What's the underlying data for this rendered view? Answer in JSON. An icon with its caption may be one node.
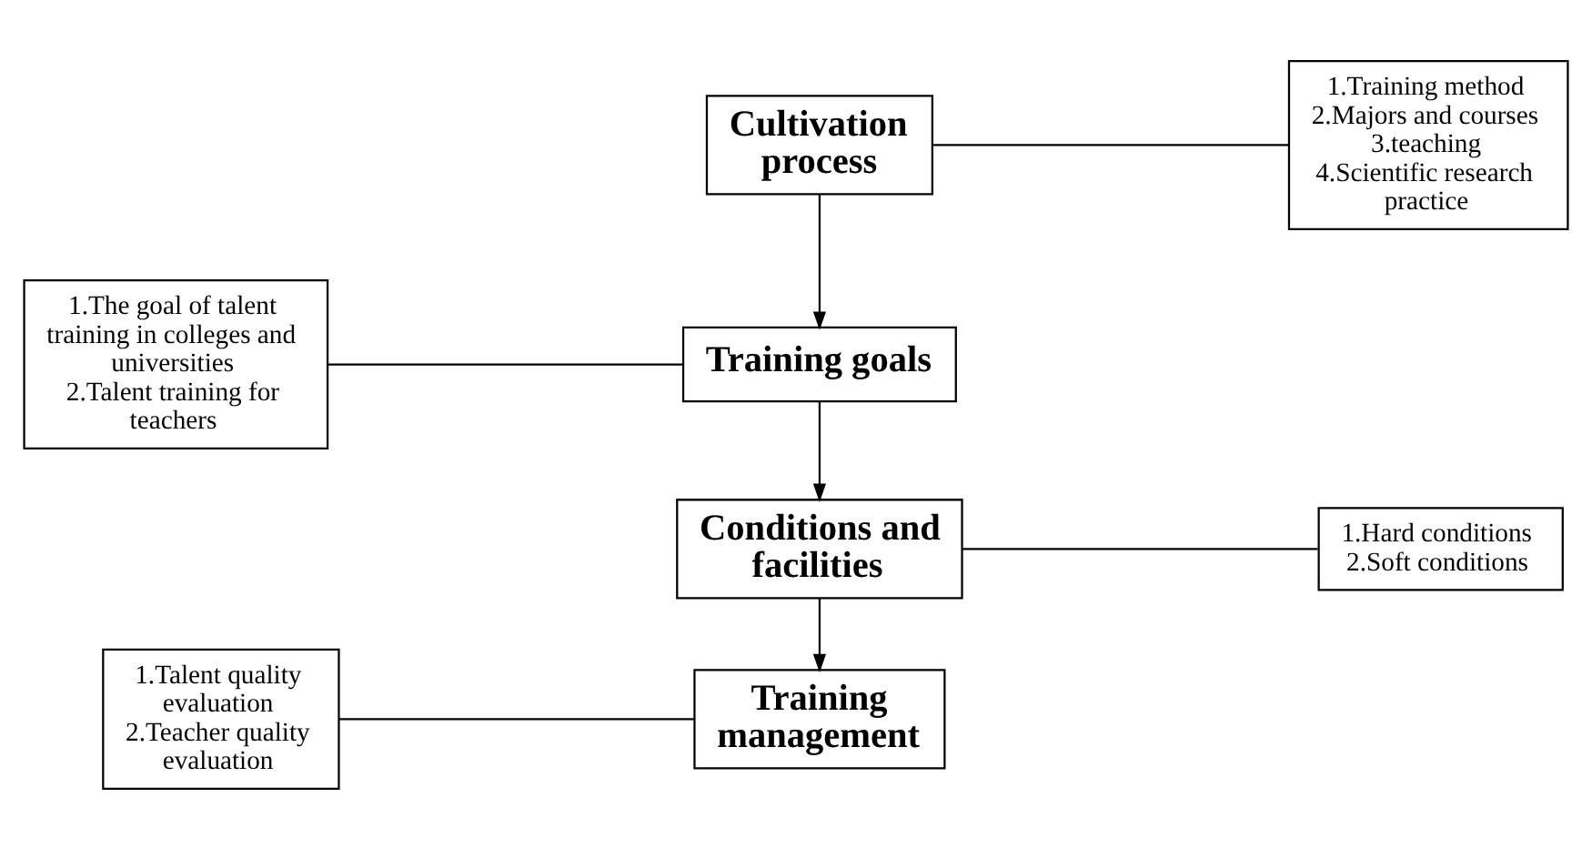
{
  "diagram": {
    "nodes": [
      {
        "text": [
          "Cultivation process"
        ]
      },
      {
        "text": [
          "1.Training method",
          "2.Majors and courses",
          "3.teaching",
          "4.Scientific research practice"
        ]
      },
      {
        "text": [
          "1.The goal of talent training in colleges and universities",
          "2.Talent training for teachers"
        ]
      },
      {
        "text": [
          "Training goals"
        ]
      },
      {
        "text": [
          "Conditions and facilities"
        ]
      },
      {
        "text": [
          "1.Hard conditions",
          "2.Soft conditions"
        ]
      },
      {
        "text": [
          "1.Talent quality evaluation",
          "2.Teacher quality evaluation"
        ]
      },
      {
        "text": [
          "Training management"
        ]
      }
    ],
    "edges": [
      {
        "from": 0,
        "to": 1,
        "arrow": "none"
      },
      {
        "from": 0,
        "to": 3,
        "arrow": "to"
      },
      {
        "from": 2,
        "to": 3,
        "arrow": "none"
      },
      {
        "from": 3,
        "to": 4,
        "arrow": "to"
      },
      {
        "from": 4,
        "to": 5,
        "arrow": "none"
      },
      {
        "from": 4,
        "to": 7,
        "arrow": "to"
      },
      {
        "from": 6,
        "to": 7,
        "arrow": "none"
      }
    ]
  }
}
